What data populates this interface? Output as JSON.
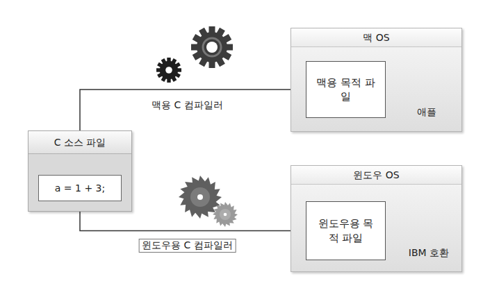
{
  "diagram": {
    "nodes": [
      {
        "text": [
          "맥 OS"
        ]
      },
      {
        "text": [
          "맥용 목적 파일"
        ],
        "in": 0
      },
      {
        "text": [
          "C 소스 파일"
        ]
      },
      {
        "text": [
          "a = 1 + 3;"
        ],
        "in": 2
      },
      {
        "text": [
          "윈도우 OS"
        ]
      },
      {
        "text": [
          "윈도우용 목적 파일"
        ],
        "in": 4
      }
    ],
    "edges": [
      {
        "from": 2,
        "to": 1,
        "arrow": "to",
        "label": "맥용 C 컴파일러"
      },
      {
        "from": 2,
        "to": 5,
        "arrow": "to",
        "label": "윈도우용 C 컴파일러"
      }
    ],
    "labels": [
      "애플",
      "IBM 호환"
    ]
  }
}
